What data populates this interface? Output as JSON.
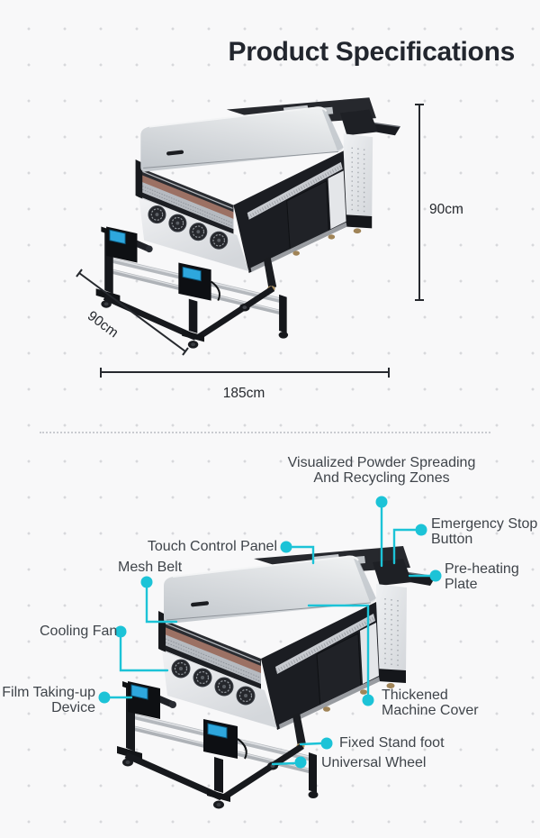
{
  "title": "Product Specifications",
  "dimensions": {
    "height": "90cm",
    "depth": "90cm",
    "length": "185cm"
  },
  "callouts": {
    "visualized_powder": [
      "Visualized Powder Spreading",
      "And Recycling Zones"
    ],
    "touch_control": [
      "Touch Control Panel"
    ],
    "emergency_stop": [
      "Emergency Stop",
      "Button"
    ],
    "mesh_belt": [
      "Mesh Belt"
    ],
    "pre_heating": [
      "Pre-heating",
      "Plate"
    ],
    "cooling_fan": [
      "Cooling Fan"
    ],
    "film_taking_up": [
      "Film Taking-up",
      "Device"
    ],
    "thickened_cover": [
      "Thickened",
      "Machine Cover"
    ],
    "fixed_stand_foot": [
      "Fixed Stand foot"
    ],
    "universal_wheel": [
      "Universal Wheel"
    ]
  },
  "colors": {
    "accent": "#1cc3d7",
    "label_text": "#3f444a",
    "title_text": "#22262e",
    "dimension_text": "#26292e"
  }
}
